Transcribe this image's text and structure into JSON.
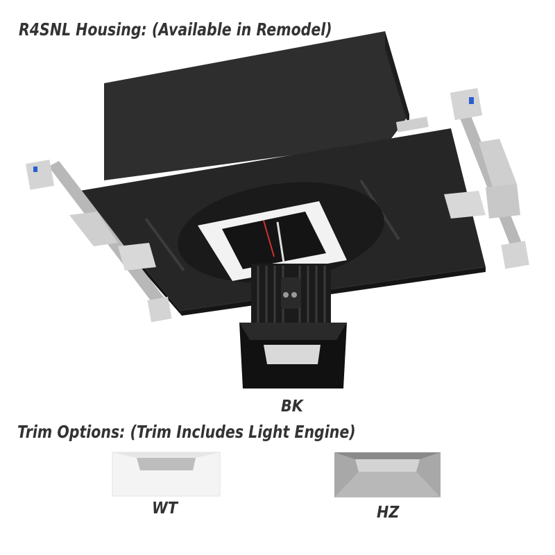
{
  "housing_title": "R4SNL Housing: (Available in Remodel)",
  "trim_options_title": "Trim Options: (Trim Includes Light Engine)",
  "finishes": {
    "bk": "BK",
    "wt": "WT",
    "hz": "HZ"
  },
  "colors": {
    "housing": "#2b2b2b",
    "bracket": "#b8b8b8",
    "white_trim": "#f4f4f4",
    "haze_trim": "#9a9a9a"
  }
}
